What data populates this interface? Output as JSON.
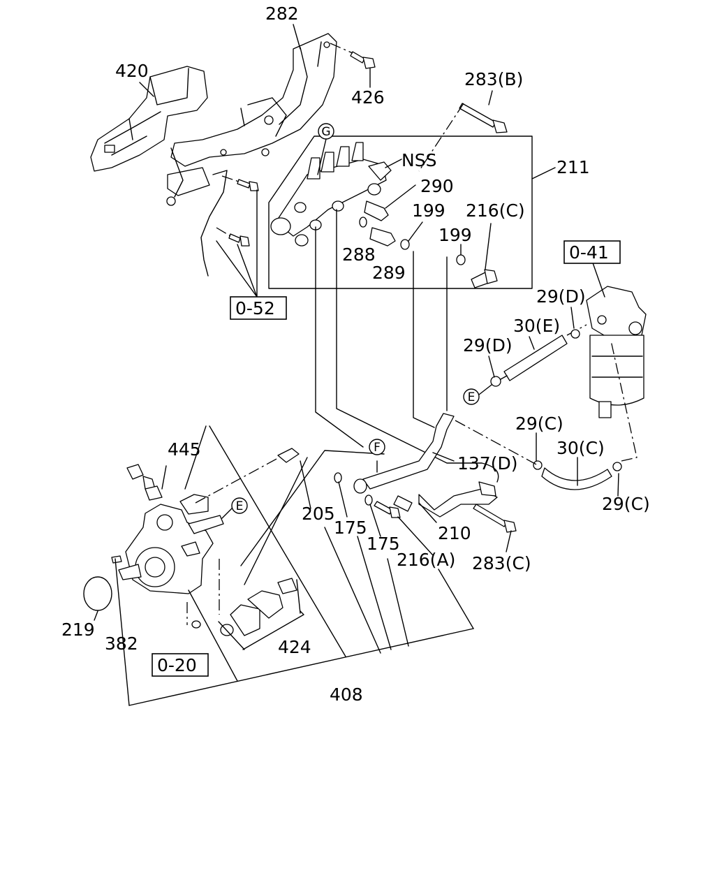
{
  "part_labels": [
    {
      "id": "282",
      "text": "282"
    },
    {
      "id": "420",
      "text": "420"
    },
    {
      "id": "426",
      "text": "426"
    },
    {
      "id": "283b",
      "text": "283(B)"
    },
    {
      "id": "nss",
      "text": "NSS"
    },
    {
      "id": "211",
      "text": "211"
    },
    {
      "id": "290",
      "text": "290"
    },
    {
      "id": "199a",
      "text": "199"
    },
    {
      "id": "216c",
      "text": "216(C)"
    },
    {
      "id": "199b",
      "text": "199"
    },
    {
      "id": "288",
      "text": "288"
    },
    {
      "id": "289",
      "text": "289"
    },
    {
      "id": "29d_a",
      "text": "29(D)"
    },
    {
      "id": "30e",
      "text": "30(E)"
    },
    {
      "id": "29d_b",
      "text": "29(D)"
    },
    {
      "id": "29c_a",
      "text": "29(C)"
    },
    {
      "id": "30c",
      "text": "30(C)"
    },
    {
      "id": "29c_b",
      "text": "29(C)"
    },
    {
      "id": "445",
      "text": "445"
    },
    {
      "id": "137d",
      "text": "137(D)"
    },
    {
      "id": "205",
      "text": "205"
    },
    {
      "id": "175a",
      "text": "175"
    },
    {
      "id": "175b",
      "text": "175"
    },
    {
      "id": "210",
      "text": "210"
    },
    {
      "id": "216a",
      "text": "216(A)"
    },
    {
      "id": "283c",
      "text": "283(C)"
    },
    {
      "id": "219",
      "text": "219"
    },
    {
      "id": "382",
      "text": "382"
    },
    {
      "id": "424",
      "text": "424"
    },
    {
      "id": "408",
      "text": "408"
    }
  ],
  "references": [
    {
      "id": "o52",
      "text": "0-52"
    },
    {
      "id": "o41",
      "text": "0-41"
    },
    {
      "id": "o20",
      "text": "0-20"
    }
  ],
  "connection_markers": [
    {
      "id": "g",
      "text": "G"
    },
    {
      "id": "e1",
      "text": "E"
    },
    {
      "id": "f",
      "text": "F"
    },
    {
      "id": "e2",
      "text": "E"
    }
  ]
}
